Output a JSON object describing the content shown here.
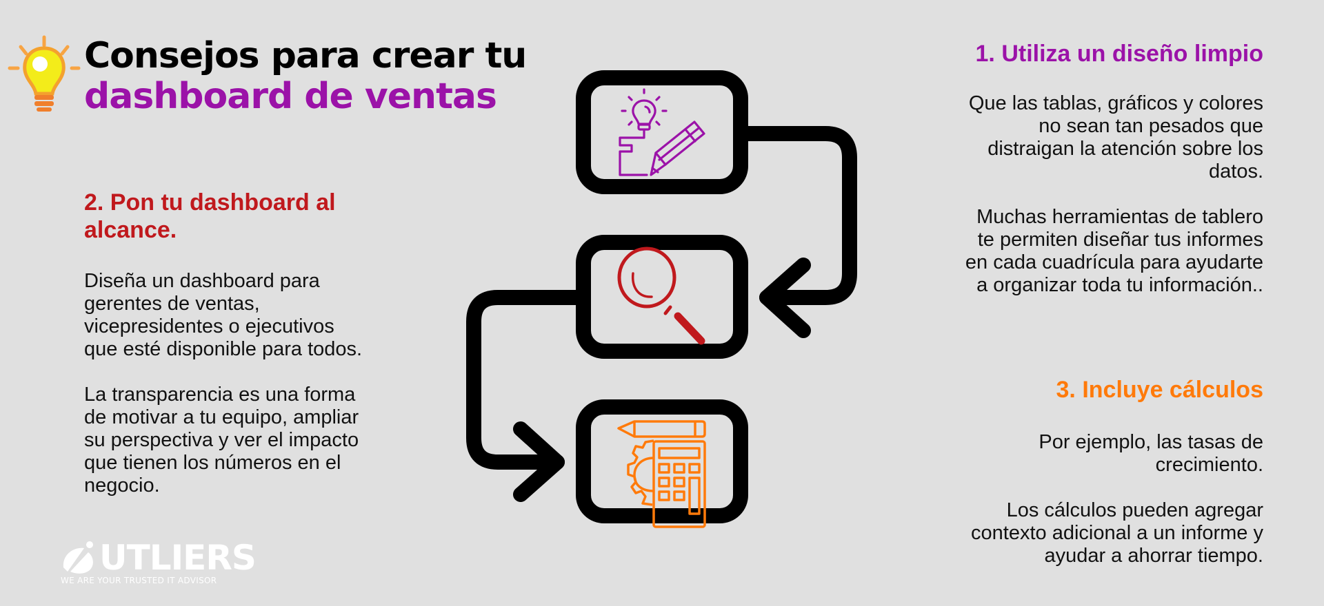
{
  "title": {
    "line1": "Consejos para crear tu",
    "line2": "dashboard de ventas"
  },
  "colors": {
    "background": "#e0e0e0",
    "purple": "#9b12a8",
    "red": "#c0191d",
    "orange": "#ff7a0a",
    "black": "#000000"
  },
  "tips": [
    {
      "heading": "1. Utiliza un diseño limpio",
      "paragraphs": [
        "Que las tablas, gráficos y colores\nno sean tan pesados que\ndistraigan la atención sobre los\ndatos.",
        "Muchas herramientas de tablero\nte permiten diseñar tus informes\nen cada cuadrícula para ayudarte\na organizar toda tu información.."
      ],
      "icon": "lightbulb-pencil-icon"
    },
    {
      "heading": "2. Pon tu dashboard al alcance.",
      "paragraphs": [
        "Diseña un dashboard para\ngerentes de ventas,\nvicepresidentes o ejecutivos\nque esté disponible para todos.",
        "La transparencia es una forma\nde motivar a tu equipo, ampliar\nsu perspectiva y ver el impacto\nque tienen los números en el\nnegocio."
      ],
      "icon": "magnifier-icon"
    },
    {
      "heading": "3. Incluye cálculos",
      "paragraphs": [
        "Por ejemplo, las tasas de\ncrecimiento.",
        "Los cálculos pueden agregar\ncontexto adicional a un informe y\nayudar a ahorrar tiempo."
      ],
      "icon": "calculator-gear-icon"
    }
  ],
  "logo": {
    "brand": "UTLIERS",
    "tagline": "WE ARE YOUR TRUSTED IT ADVISOR"
  }
}
